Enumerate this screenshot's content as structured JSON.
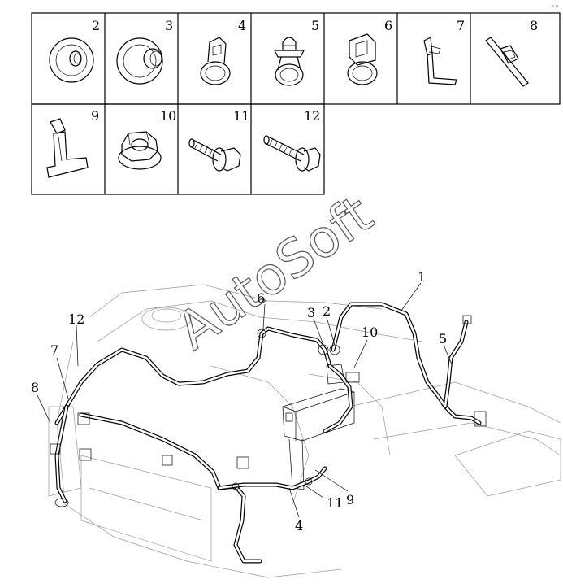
{
  "parts_table": {
    "cells": [
      {
        "number": "2",
        "icon": "grommet-icon"
      },
      {
        "number": "3",
        "icon": "grommet-large-icon"
      },
      {
        "number": "4",
        "icon": "band-clamp-icon"
      },
      {
        "number": "5",
        "icon": "push-pin-clamp-icon"
      },
      {
        "number": "6",
        "icon": "square-clamp-icon"
      },
      {
        "number": "7",
        "icon": "bracket-clip-icon"
      },
      {
        "number": "8",
        "icon": "cable-clip-icon"
      },
      {
        "number": "9",
        "icon": "mounting-bracket-icon"
      },
      {
        "number": "10",
        "icon": "flange-nut-icon"
      },
      {
        "number": "11",
        "icon": "flange-bolt-short-icon"
      },
      {
        "number": "12",
        "icon": "flange-bolt-long-icon"
      }
    ]
  },
  "callouts": {
    "c1": "1",
    "c2": "2",
    "c3": "3",
    "c4": "4",
    "c5": "5",
    "c6": "6",
    "c7": "7",
    "c8": "8",
    "c9": "9",
    "c10": "10",
    "c11": "11",
    "c12": "12"
  },
  "watermark": "AutoSoft",
  "corner_mark": "«»"
}
